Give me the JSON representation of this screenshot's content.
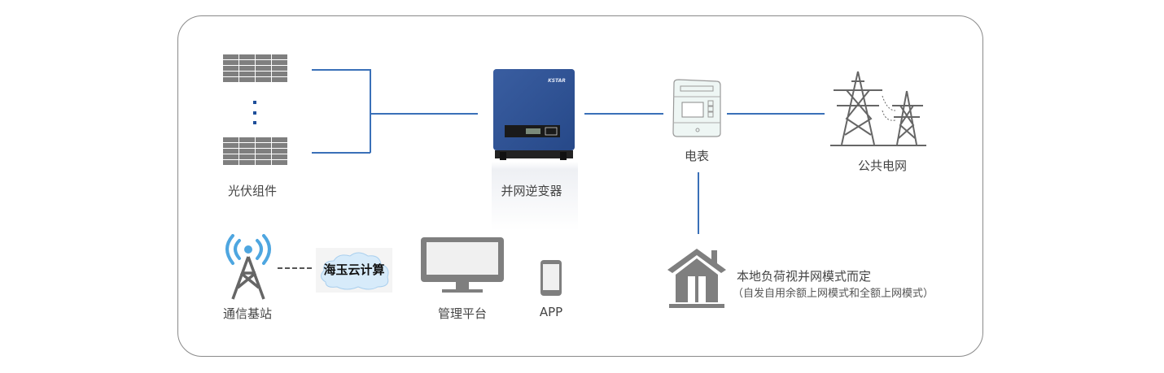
{
  "labels": {
    "pv_modules": "光伏组件",
    "inverter": "并网逆变器",
    "meter": "电表",
    "grid": "公共电网",
    "load_title": "本地负荷视并网模式而定",
    "load_note": "（自发自用余额上网模式和全额上网模式）",
    "base_station": "通信基站",
    "cloud": "海玉云计算",
    "platform": "管理平台",
    "app": "APP",
    "inverter_brand": "KSTAR"
  },
  "colors": {
    "line": "#3a70b8",
    "icon_gray": "#7f7f7f",
    "inverter_blue": "#2f5597",
    "signal_blue": "#4ea6e0"
  }
}
